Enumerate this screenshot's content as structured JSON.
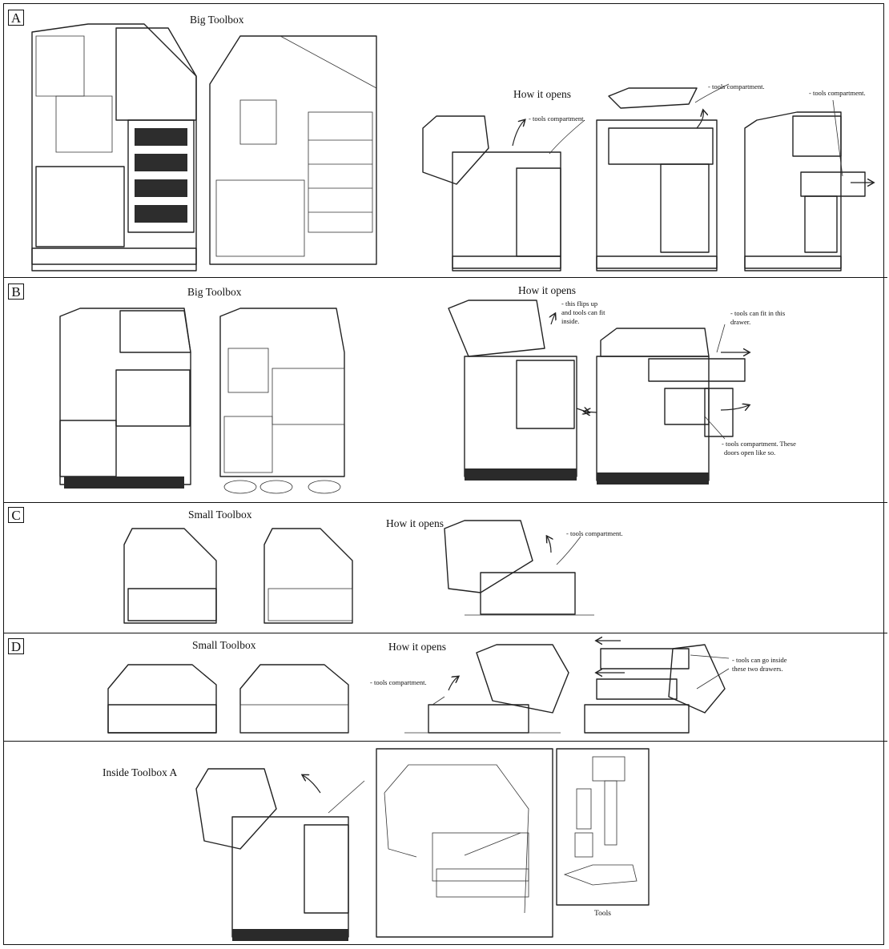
{
  "sections": [
    {
      "letter": "A",
      "title": "Big Toolbox",
      "subtitle": "How it opens",
      "notes": [
        "- tools compartment.",
        "- tools compartment.",
        "- tools compartment."
      ]
    },
    {
      "letter": "B",
      "title": "Big Toolbox",
      "subtitle": "How it opens",
      "notes": [
        "- this flips up",
        "and tools can fit",
        "inside.",
        "- tools can fit in this",
        "drawer.",
        "- tools compartment. These",
        "doors open like so."
      ]
    },
    {
      "letter": "C",
      "title": "Small Toolbox",
      "subtitle": "How it opens",
      "notes": [
        "- tools compartment."
      ]
    },
    {
      "letter": "D",
      "title": "Small Toolbox",
      "subtitle": "How it opens",
      "notes": [
        "- tools compartment.",
        "- tools can go inside",
        "these two drawers."
      ]
    },
    {
      "letter": "",
      "title": "Inside Toolbox A",
      "subtitle": "",
      "notes": [
        "Tools"
      ]
    }
  ],
  "colors": {
    "ink": "#111111",
    "shade_dark": "#3a3a3a",
    "shade_mid": "#7a7a7a",
    "shade_light": "#bdbdbd",
    "paper": "#ffffff"
  }
}
